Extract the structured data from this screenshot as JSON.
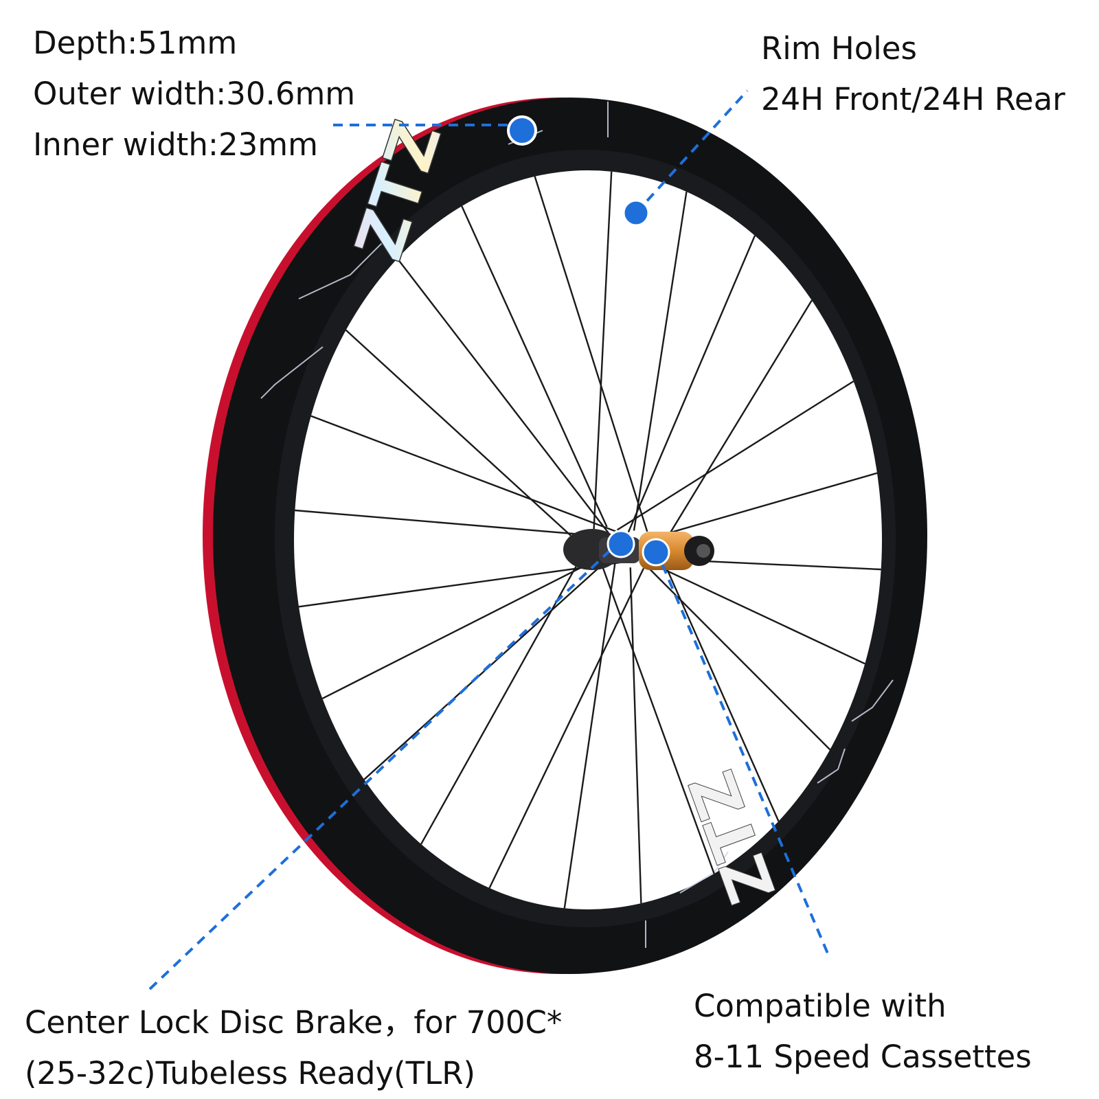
{
  "brand": {
    "logo_text": "ZTZ"
  },
  "colors": {
    "background": "#ffffff",
    "rim": "#111214",
    "rim_inner": "#1a1b1e",
    "stripe": "#c8102e",
    "callout": "#1e6fd9",
    "hub_orange": "#d8892f",
    "spoke": "#1a1a1a"
  },
  "spec": {
    "depth": "Depth:51mm",
    "outer_width": "Outer width:30.6mm",
    "inner_width": "Inner width:23mm"
  },
  "rim_holes": {
    "title": "Rim Holes",
    "count": "24H Front/24H Rear"
  },
  "brake": {
    "line1": "Center Lock Disc Brake，for 700C*",
    "line2": "(25-32c)Tubeless Ready(TLR)"
  },
  "cassette": {
    "line1": "Compatible with",
    "line2": "8-11 Speed Cassettes"
  },
  "wheel": {
    "spoke_count": 24
  }
}
